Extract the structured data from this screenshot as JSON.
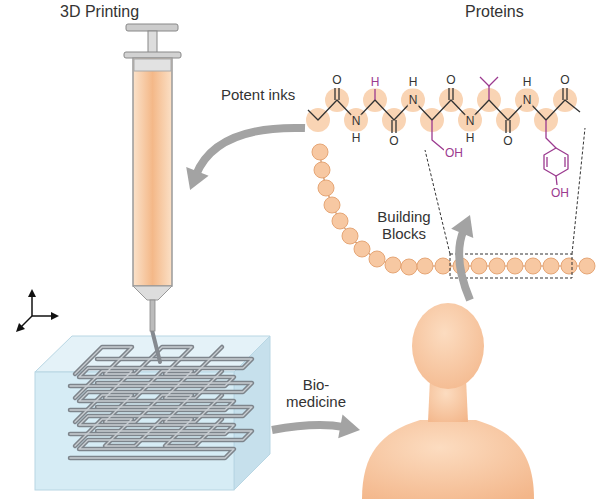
{
  "diagram": {
    "nodes": [
      {
        "text": [
          "3D Printing"
        ]
      },
      {
        "text": [
          "Proteins"
        ]
      },
      {
        "text": []
      }
    ],
    "edges": [
      {
        "from": 1,
        "to": 0,
        "arrow": "to",
        "label": "Potent inks"
      },
      {
        "from": 0,
        "to": 2,
        "arrow": "to",
        "label": "Bio- medicine"
      },
      {
        "from": 2,
        "to": 1,
        "arrow": "to",
        "label": "Building Blocks"
      }
    ],
    "labels": [
      "O",
      "N",
      "H",
      "H",
      "O",
      "H",
      "N",
      "OH",
      "O",
      "N",
      "H",
      "O",
      "H",
      "N",
      "OH",
      "O"
    ]
  }
}
